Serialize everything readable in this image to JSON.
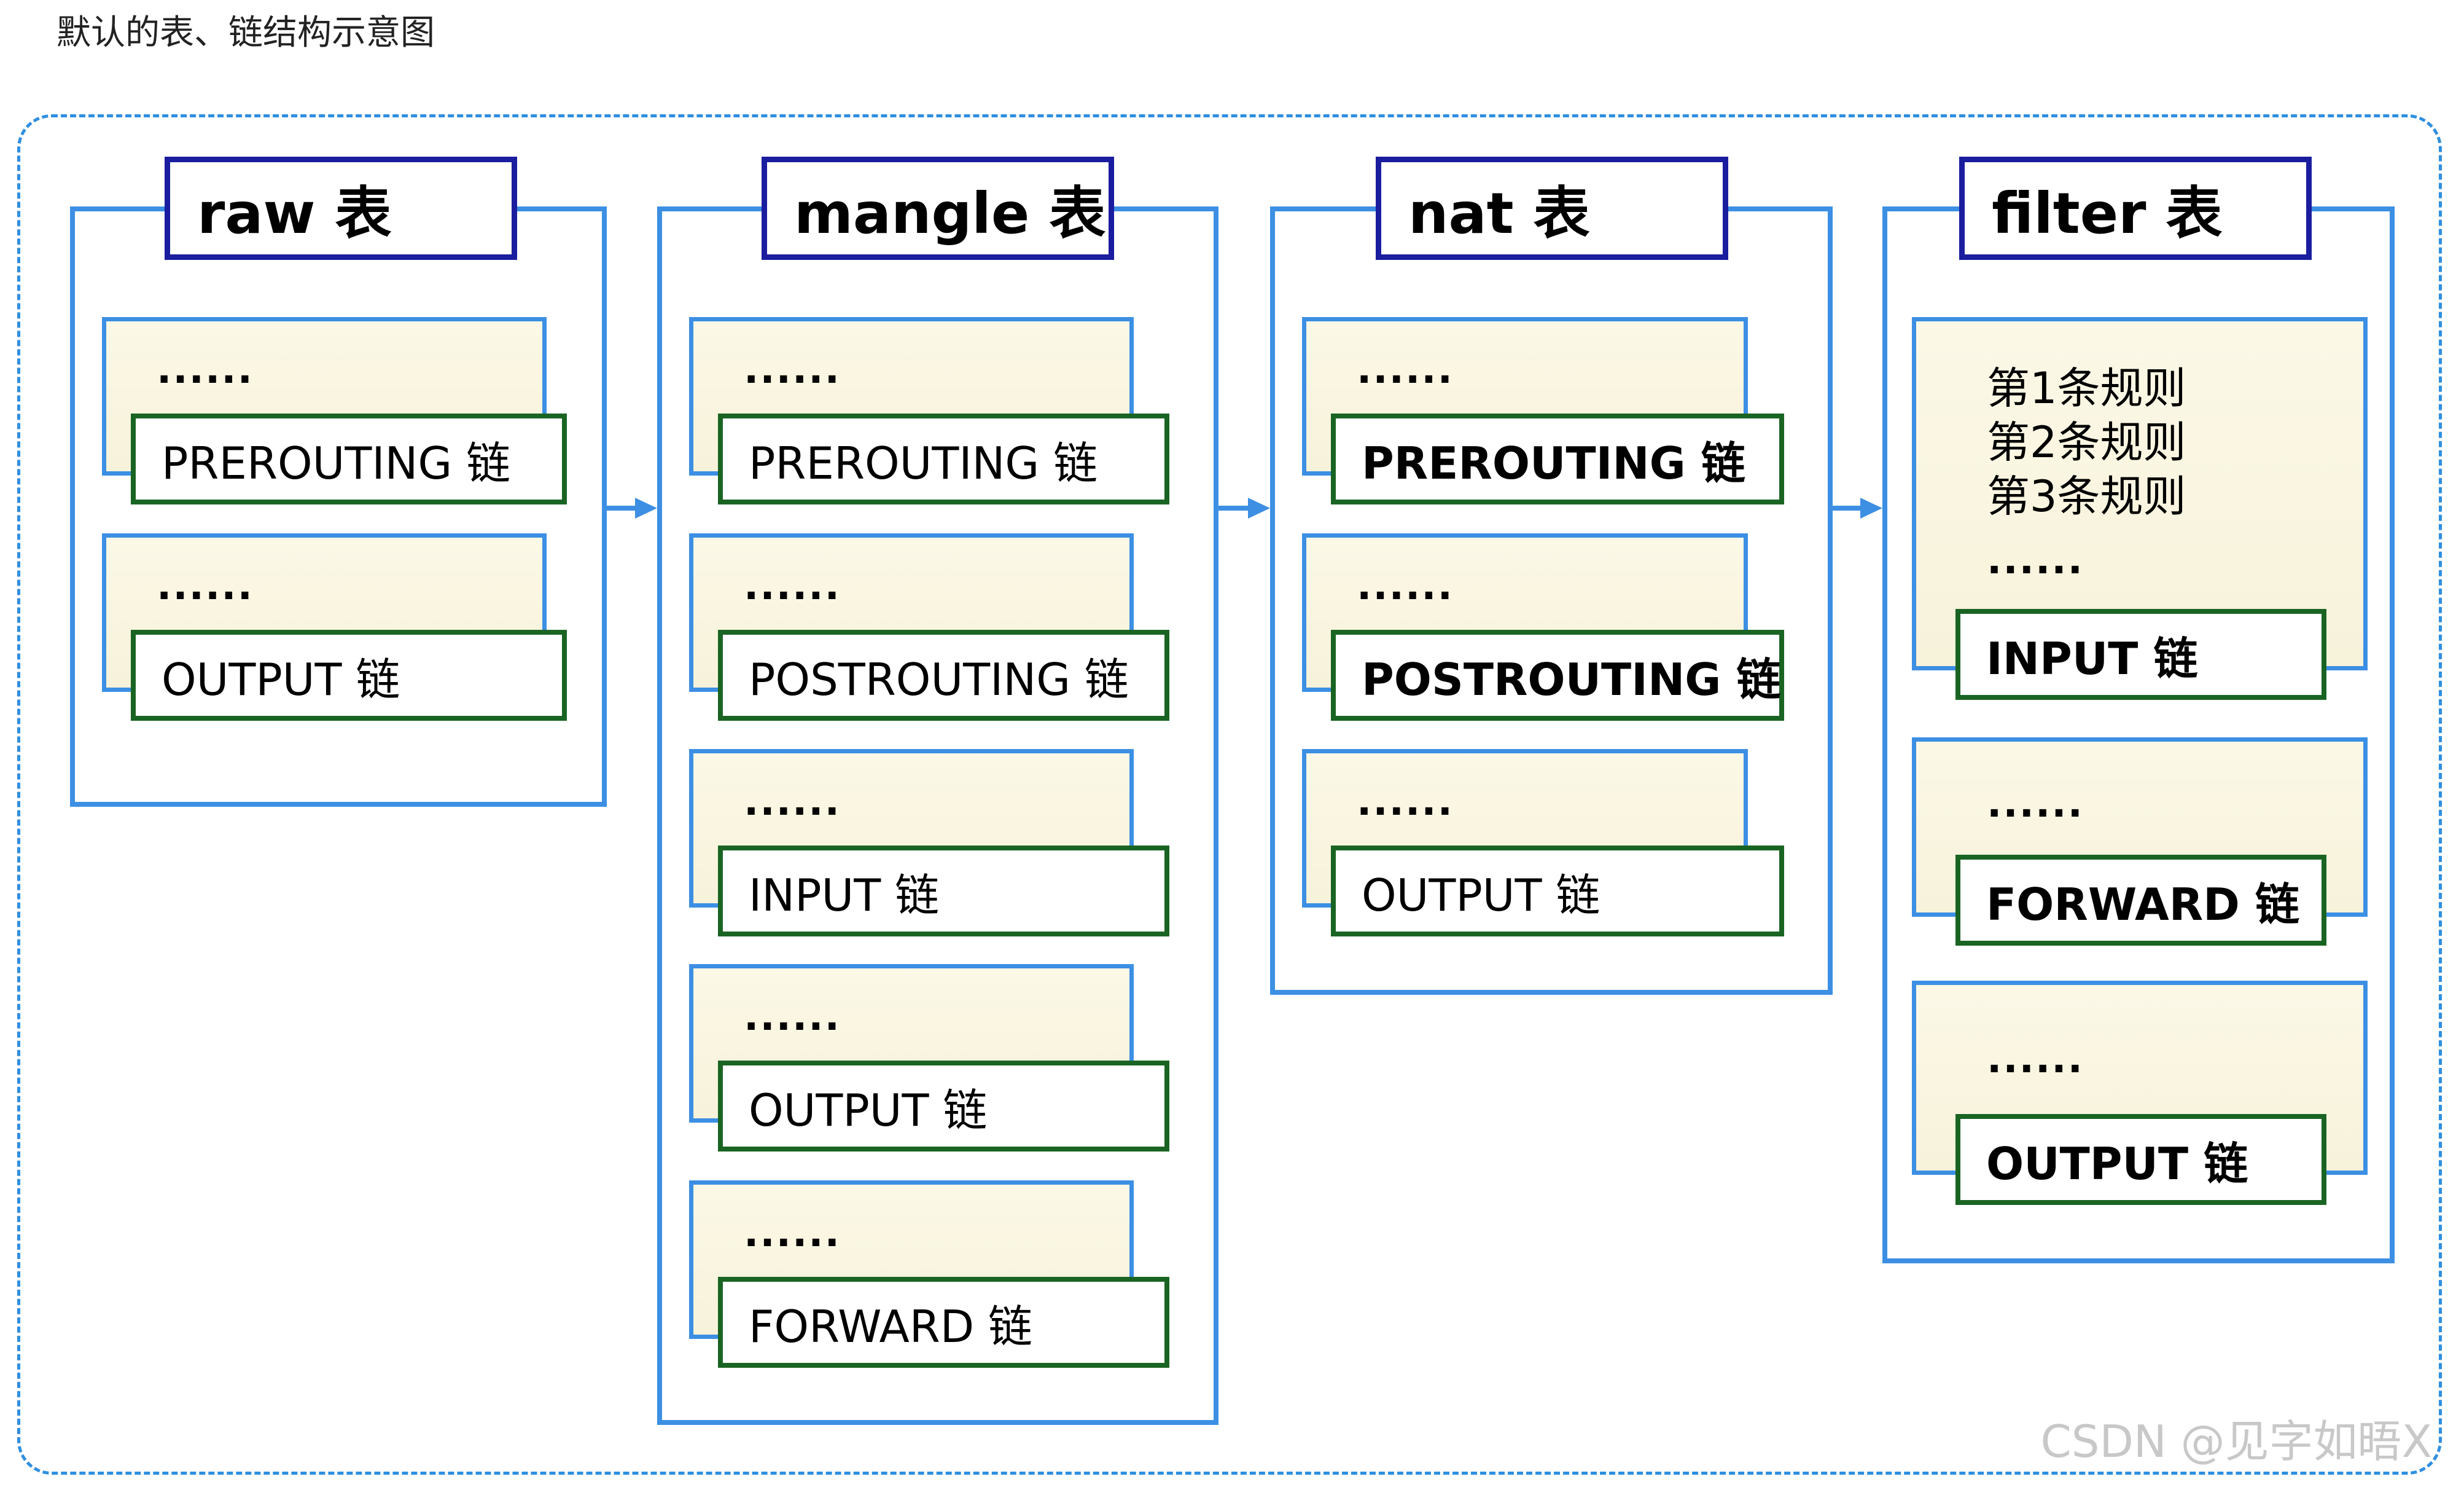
{
  "title": "默认的表、链结构示意图",
  "watermark": "CSDN @见字如晤X",
  "tables": [
    {
      "name": "raw 表",
      "chains": [
        {
          "ellipsis": "......",
          "label": "PREROUTING 链"
        },
        {
          "ellipsis": "......",
          "label": "OUTPUT 链"
        }
      ]
    },
    {
      "name": "mangle 表",
      "chains": [
        {
          "ellipsis": "......",
          "label": "PREROUTING 链"
        },
        {
          "ellipsis": "......",
          "label": "POSTROUTING 链"
        },
        {
          "ellipsis": "......",
          "label": "INPUT 链"
        },
        {
          "ellipsis": "......",
          "label": "OUTPUT 链"
        },
        {
          "ellipsis": "......",
          "label": "FORWARD 链"
        }
      ]
    },
    {
      "name": "nat 表",
      "chains": [
        {
          "ellipsis": "......",
          "label": "PREROUTING 链"
        },
        {
          "ellipsis": "......",
          "label": "POSTROUTING 链"
        },
        {
          "ellipsis": "......",
          "label": "OUTPUT 链"
        }
      ]
    },
    {
      "name": "filter 表",
      "chains": [
        {
          "rules": [
            "第1条规则",
            "第2条规则",
            "第3条规则"
          ],
          "ellipsis": "......",
          "label": "INPUT 链"
        },
        {
          "ellipsis": "......",
          "label": "FORWARD 链"
        },
        {
          "ellipsis": "......",
          "label": "OUTPUT 链"
        }
      ]
    }
  ]
}
